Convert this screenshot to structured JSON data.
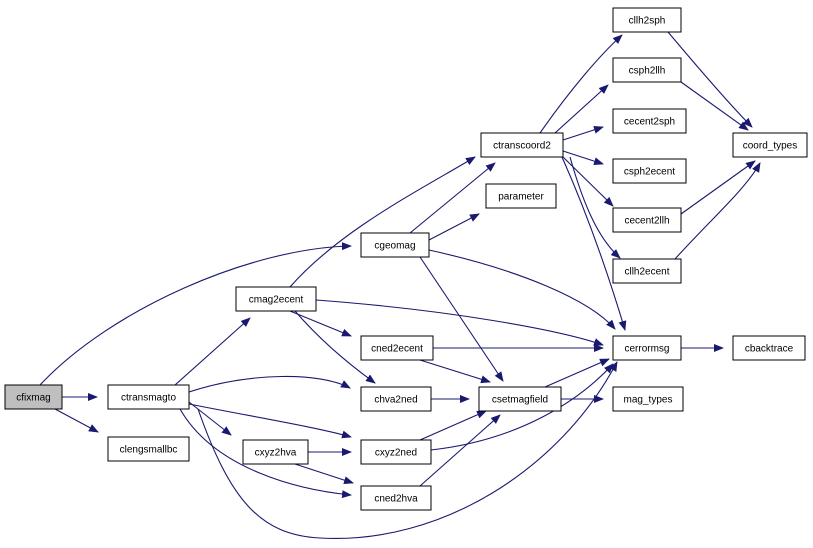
{
  "graph": {
    "colors": {
      "edge": "#191970",
      "node_fill": "#ffffff",
      "root_fill": "#bfbfbf",
      "node_border": "#000000"
    },
    "nodes": {
      "cfixmag": "cfixmag",
      "ctransmagto": "ctransmagto",
      "clengsmallbc": "clengsmallbc",
      "cmag2ecent": "cmag2ecent",
      "cgeomag": "cgeomag",
      "ctranscoord2": "ctranscoord2",
      "parameter": "parameter",
      "cned2ecent": "cned2ecent",
      "chva2ned": "chva2ned",
      "cxyz2hva": "cxyz2hva",
      "cxyz2ned": "cxyz2ned",
      "cned2hva": "cned2hva",
      "csetmagfield": "csetmagfield",
      "cerrormsg": "cerrormsg",
      "cbacktrace": "cbacktrace",
      "mag_types": "mag_types",
      "cllh2sph": "cllh2sph",
      "csph2llh": "csph2llh",
      "cecent2sph": "cecent2sph",
      "csph2ecent": "csph2ecent",
      "cecent2llh": "cecent2llh",
      "cllh2ecent": "cllh2ecent",
      "coord_types": "coord_types"
    }
  }
}
